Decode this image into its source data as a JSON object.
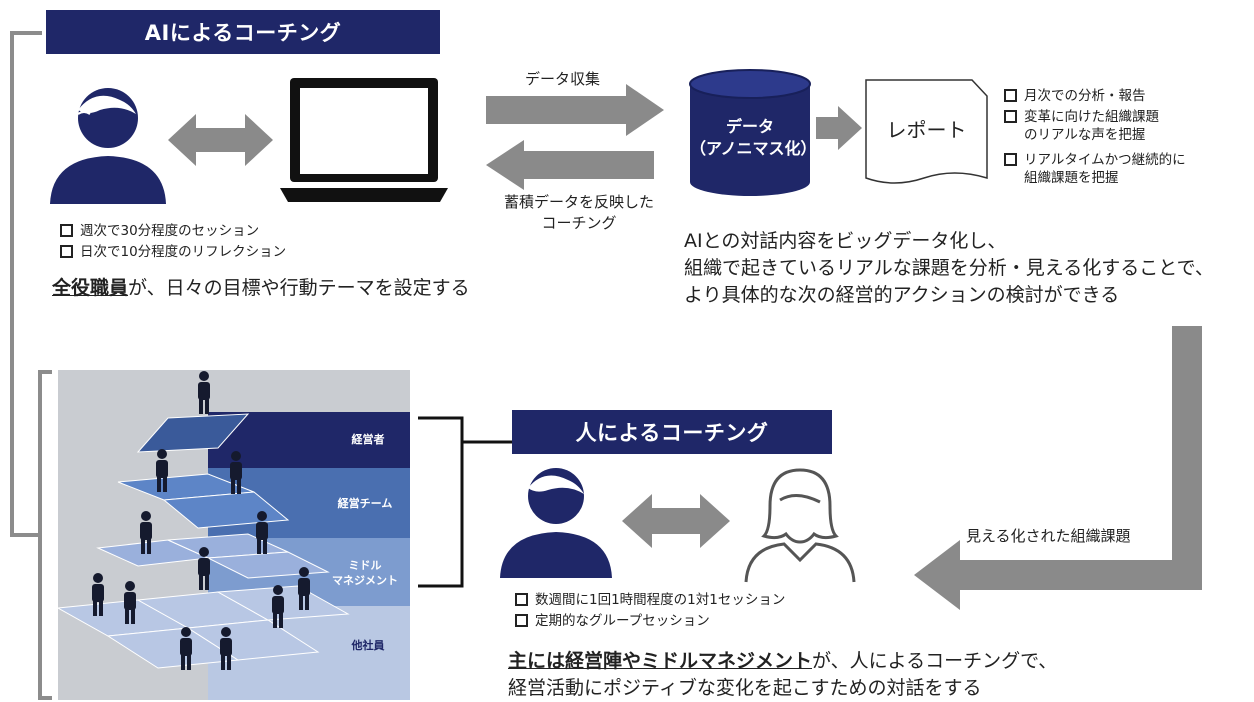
{
  "ai_section": {
    "banner": "AIによるコーチング",
    "bullets": [
      "週次で30分程度のセッション",
      "日次で10分程度のリフレクション"
    ],
    "statement_emph": "全役職員",
    "statement_rest": "が、日々の目標や行動テーマを設定する"
  },
  "flow": {
    "collect_label": "データ収集",
    "feedback_label_1": "蓄積データを反映した",
    "feedback_label_2": "コーチング",
    "database_line1": "データ",
    "database_line2": "（アノニマス化）",
    "report_label": "レポート",
    "report_bullets": [
      [
        "月次での分析・報告"
      ],
      [
        "変革に向けた組織課題",
        "のリアルな声を把握"
      ],
      [
        "リアルタイムかつ継続的に",
        "組織課題を把握"
      ]
    ],
    "summary_lines": [
      "AIとの対話内容をビッグデータ化し、",
      "組織で起きているリアルな課題を分析・見える化することで、",
      "より具体的な次の経営的アクションの検討ができる"
    ],
    "visualized_label": "見える化された組織課題"
  },
  "pyramid": {
    "tiers": [
      "経営者",
      "経営チーム",
      "ミドル\nマネジメント",
      "他社員"
    ]
  },
  "human_section": {
    "banner": "人によるコーチング",
    "bullets": [
      "数週間に1回1時間程度の1対1セッション",
      "定期的なグループセッション"
    ],
    "statement_emph": "主には経営陣やミドルマネジメント",
    "statement_rest_1": "が、人によるコーチングで、",
    "statement_line2": "経営活動にポジティブな変化を起こすための対話をする"
  },
  "colors": {
    "navy": "#1f2768",
    "gray_arrow": "#8a8a8a",
    "bracket": "#7f7f7f"
  }
}
